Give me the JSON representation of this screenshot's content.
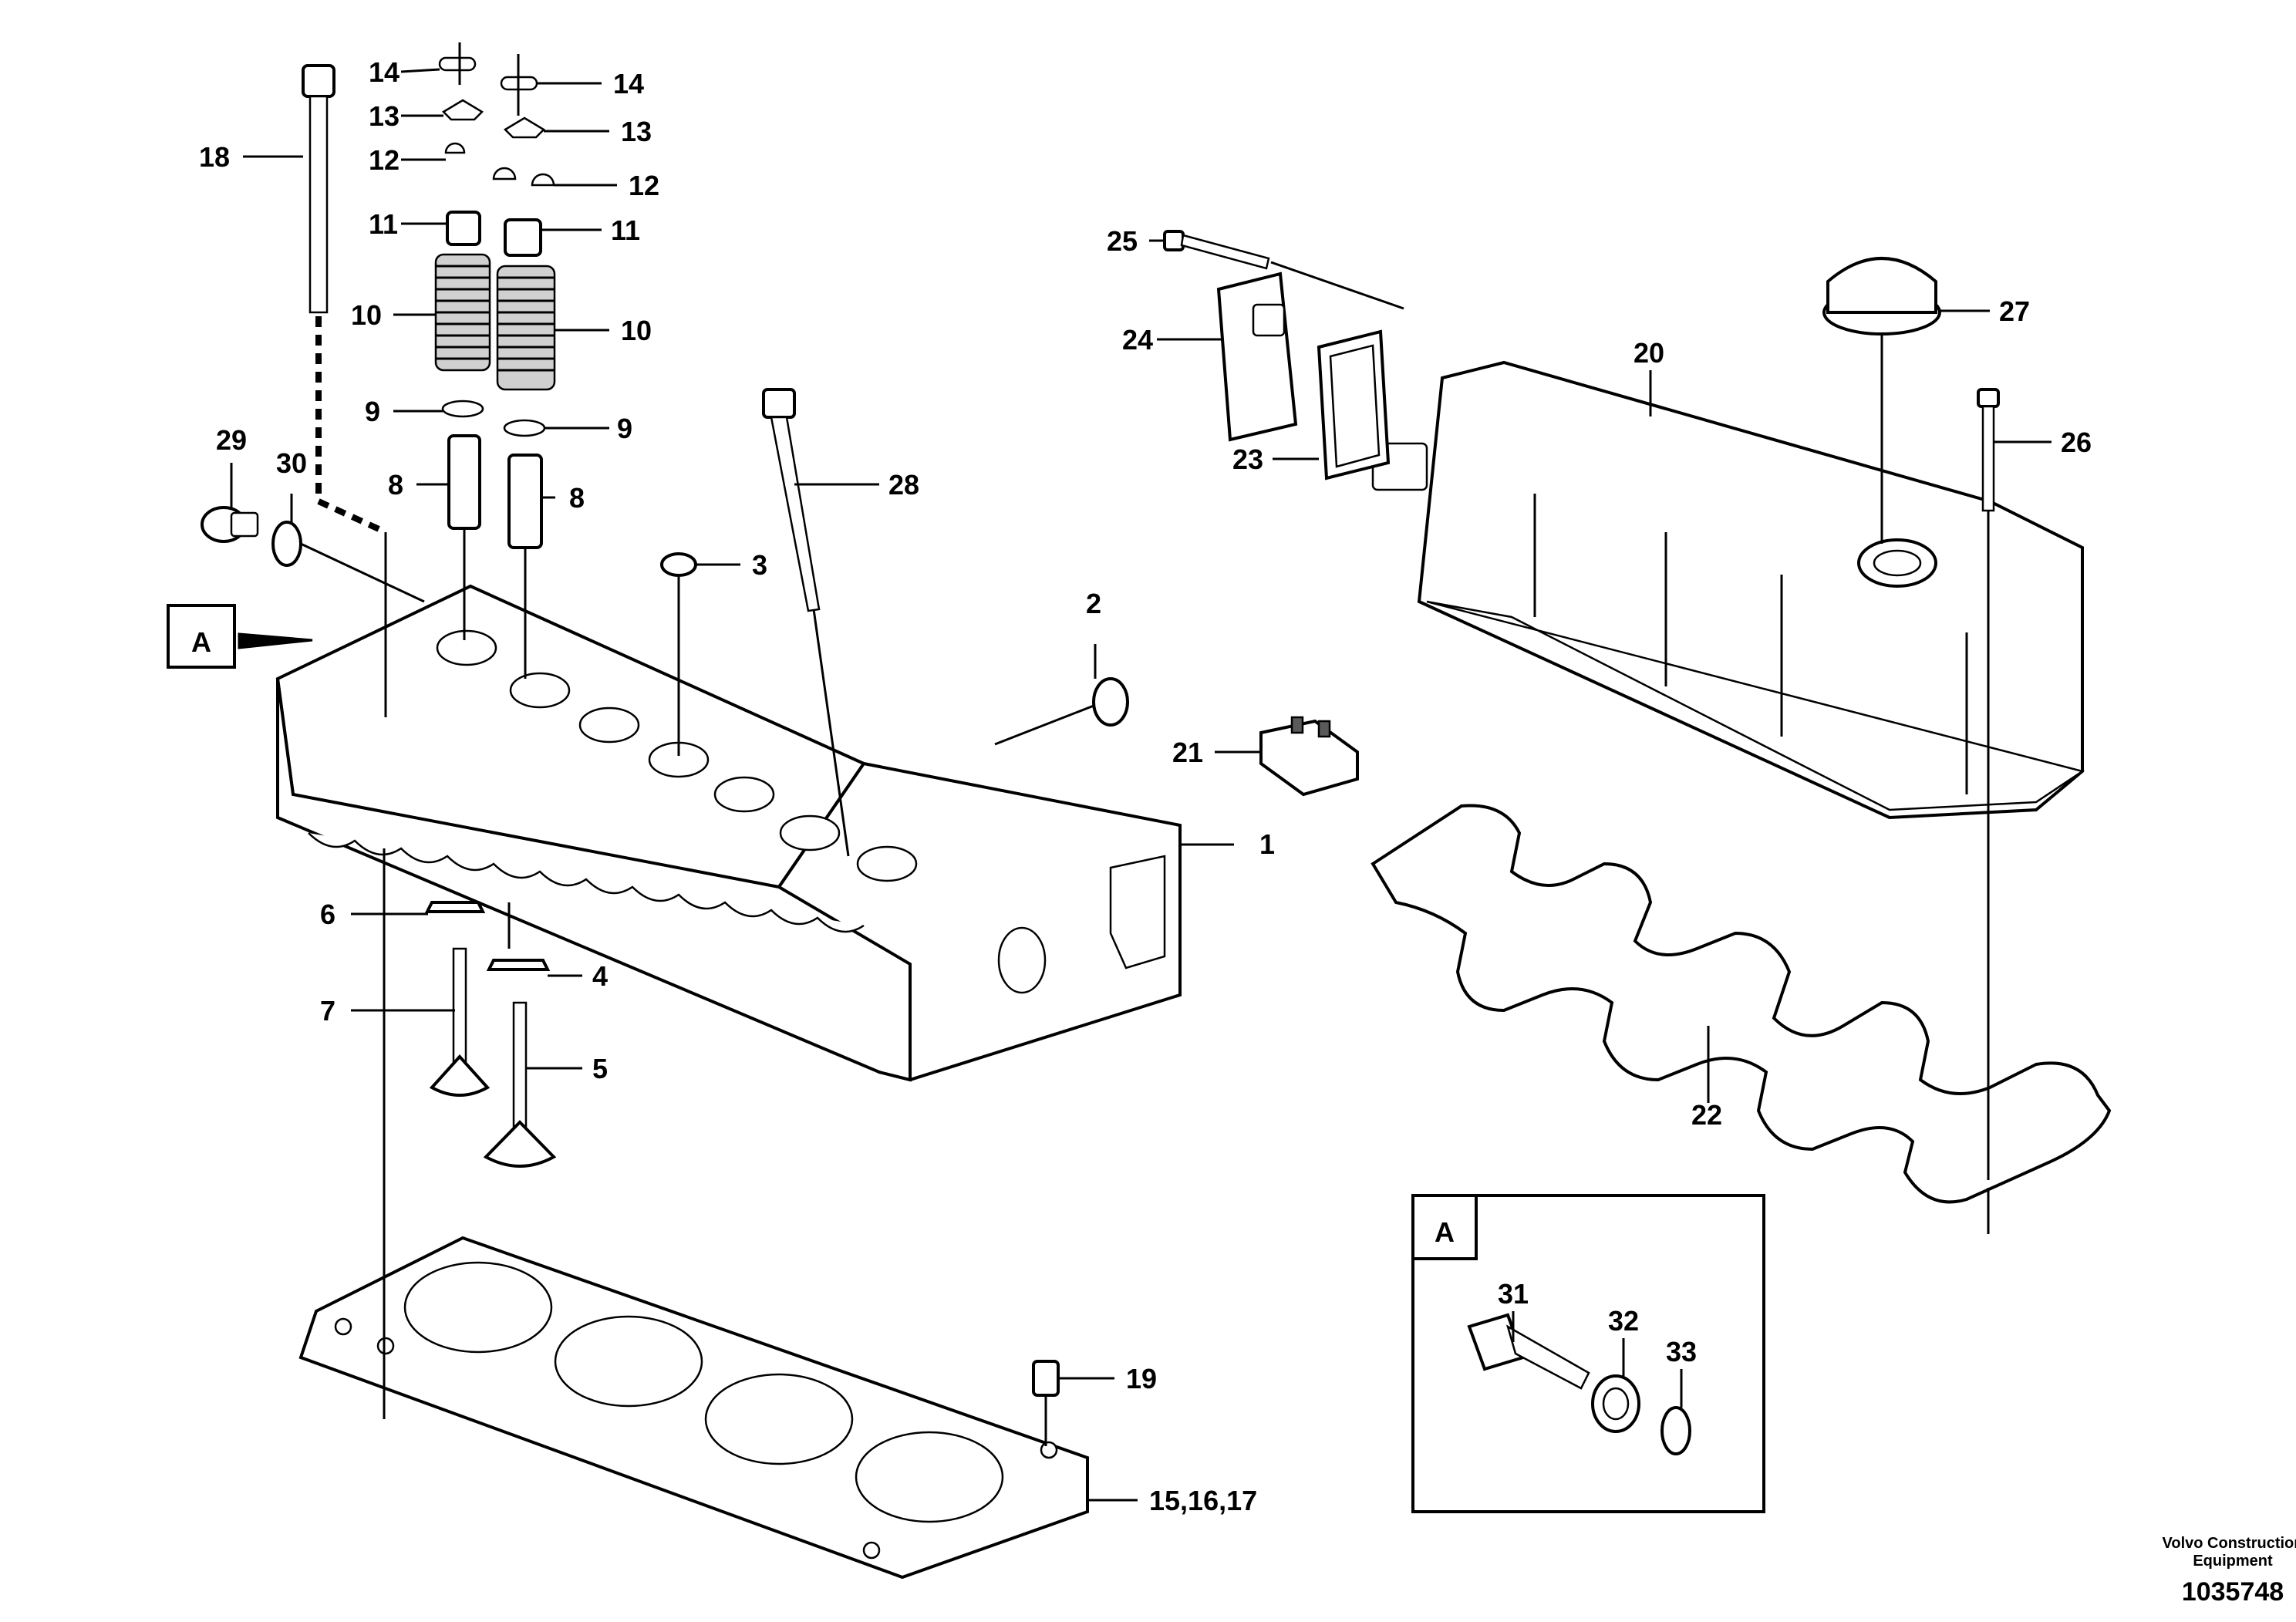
{
  "callouts": [
    {
      "id": "1",
      "text": "1"
    },
    {
      "id": "2",
      "text": "2"
    },
    {
      "id": "3",
      "text": "3"
    },
    {
      "id": "4",
      "text": "4"
    },
    {
      "id": "5",
      "text": "5"
    },
    {
      "id": "6",
      "text": "6"
    },
    {
      "id": "7",
      "text": "7"
    },
    {
      "id": "8a",
      "text": "8"
    },
    {
      "id": "8b",
      "text": "8"
    },
    {
      "id": "9a",
      "text": "9"
    },
    {
      "id": "9b",
      "text": "9"
    },
    {
      "id": "10a",
      "text": "10"
    },
    {
      "id": "10b",
      "text": "10"
    },
    {
      "id": "11a",
      "text": "11"
    },
    {
      "id": "11b",
      "text": "11"
    },
    {
      "id": "12a",
      "text": "12"
    },
    {
      "id": "12b",
      "text": "12"
    },
    {
      "id": "13a",
      "text": "13"
    },
    {
      "id": "13b",
      "text": "13"
    },
    {
      "id": "14a",
      "text": "14"
    },
    {
      "id": "14b",
      "text": "14"
    },
    {
      "id": "15",
      "text": "15,16,17"
    },
    {
      "id": "18",
      "text": "18"
    },
    {
      "id": "19",
      "text": "19"
    },
    {
      "id": "20",
      "text": "20"
    },
    {
      "id": "21",
      "text": "21"
    },
    {
      "id": "22",
      "text": "22"
    },
    {
      "id": "23",
      "text": "23"
    },
    {
      "id": "24",
      "text": "24"
    },
    {
      "id": "25",
      "text": "25"
    },
    {
      "id": "26",
      "text": "26"
    },
    {
      "id": "27",
      "text": "27"
    },
    {
      "id": "28",
      "text": "28"
    },
    {
      "id": "29",
      "text": "29"
    },
    {
      "id": "30",
      "text": "30"
    },
    {
      "id": "31",
      "text": "31"
    },
    {
      "id": "32",
      "text": "32"
    },
    {
      "id": "33",
      "text": "33"
    }
  ],
  "view_labels": {
    "main_marker": "A",
    "inset_marker": "A"
  },
  "footer": {
    "publisher_line1": "Volvo Construction",
    "publisher_line2": "Equipment",
    "drawing_number": "1035748"
  }
}
